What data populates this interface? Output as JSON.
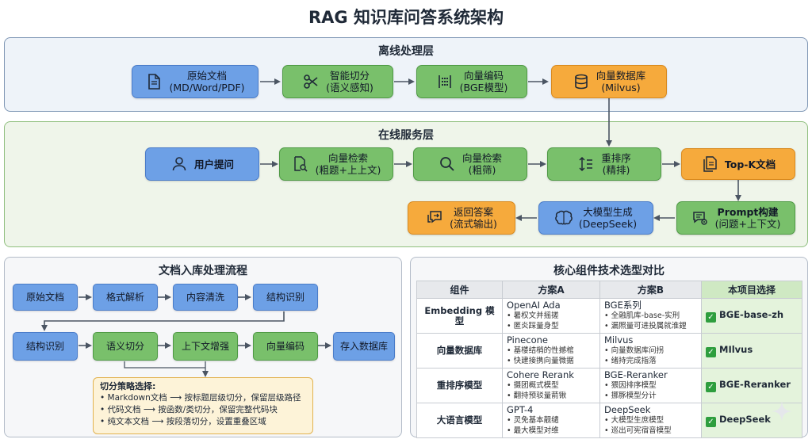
{
  "title": "RAG 知识库问答系统架构",
  "offline": {
    "title": "离线处理层",
    "nodes": [
      {
        "l1": "原始文档",
        "l2": "(MD/Word/PDF)",
        "icon": "document-icon",
        "color": "#6da0e6"
      },
      {
        "l1": "智能切分",
        "l2": "(语义感知)",
        "icon": "scissors-icon",
        "color": "#79c06b"
      },
      {
        "l1": "向量编码",
        "l2": "(BGE模型)",
        "icon": "matrix-icon",
        "color": "#79c06b"
      },
      {
        "l1": "向量数据库",
        "l2": "(Milvus)",
        "icon": "database-icon",
        "color": "#f6aa3c"
      }
    ]
  },
  "online": {
    "title": "在线服务层",
    "row1": [
      {
        "l1": "用户提问",
        "l2": "",
        "icon": "user-icon"
      },
      {
        "l1": "向量检索",
        "l2": "(粗题+上上文)",
        "icon": "doc-search-icon"
      },
      {
        "l1": "向量检索",
        "l2": "(粗筛)",
        "icon": "search-icon"
      },
      {
        "l1": "重排序",
        "l2": "(精排)",
        "icon": "sort-icon"
      },
      {
        "l1": "Top-K文档",
        "l2": "",
        "icon": "documents-icon"
      }
    ],
    "row2": [
      {
        "l1": "Prompt构建",
        "l2": "(问题+上下文)",
        "icon": "prompt-gear-icon"
      },
      {
        "l1": "大模型生成",
        "l2": "(DeepSeek)",
        "icon": "brain-icon"
      },
      {
        "l1": "返回答案",
        "l2": "(流式输出)",
        "icon": "chat-arrow-icon"
      }
    ]
  },
  "ingest": {
    "title": "文档入库处理流程",
    "row1": [
      "原始文档",
      "格式解析",
      "内容清洗",
      "结构识别"
    ],
    "row2": [
      "结构识别",
      "语义切分",
      "上下文增强",
      "向量编码",
      "存入数据库"
    ],
    "strategy": {
      "title": "切分策略选择:",
      "items": [
        {
          "left": "Markdown文档",
          "right": "按标题层级切分，保留层级路径"
        },
        {
          "left": "代码文档",
          "right": "按函数/类切分，保留完整代码块"
        },
        {
          "left": "纯文本文档",
          "right": "按段落切分，设置重叠区域"
        }
      ]
    }
  },
  "compare": {
    "title": "核心组件技术选型对比",
    "headers": [
      "组件",
      "方案A",
      "方案B",
      "本项目选择"
    ],
    "rows": [
      {
        "component": "Embedding 模型",
        "a_name": "OpenAI Ada",
        "a_b1": "暑权文并摇搓",
        "a_b2": "匿炎踩量身型",
        "b_name": "BGE系列",
        "b_b1": "全融肌库-base-实刑",
        "b_b2": "漏照量可进投属就淮鋰",
        "choice": "BGE-base-zh"
      },
      {
        "component": "向量数据库",
        "a_name": "Pinecone",
        "a_b1": "基楼结梢的性撼棺",
        "a_b2": "快建接携向量微据",
        "b_name": "Milvus",
        "b_b1": "向量数据库问拐",
        "b_b2": "绪持完成指落",
        "choice": "MIlvus"
      },
      {
        "component": "重排序模型",
        "a_name": "Cohere Rerank",
        "a_b1": "摄团概式模型",
        "a_b2": "翻持预驳量葥锹",
        "b_name": "BGE-Reranker",
        "b_b1": "猥因排序模型",
        "b_b2": "挪豚模型分计",
        "choice": "BGE-Reranker"
      },
      {
        "component": "大语言模型",
        "a_name": "GPT-4",
        "a_b1": "灵免基本靓缱",
        "a_b2": "最大模型对维",
        "b_name": "DeepSeek",
        "b_b1": "大模型生庶模型",
        "b_b2": "巡出可宪宿音模型",
        "choice": "DeepSeek"
      }
    ]
  },
  "colors": {
    "blue": "#6da0e6",
    "green": "#79c06b",
    "orange": "#f6aa3c",
    "check": "#2e9e3e"
  }
}
